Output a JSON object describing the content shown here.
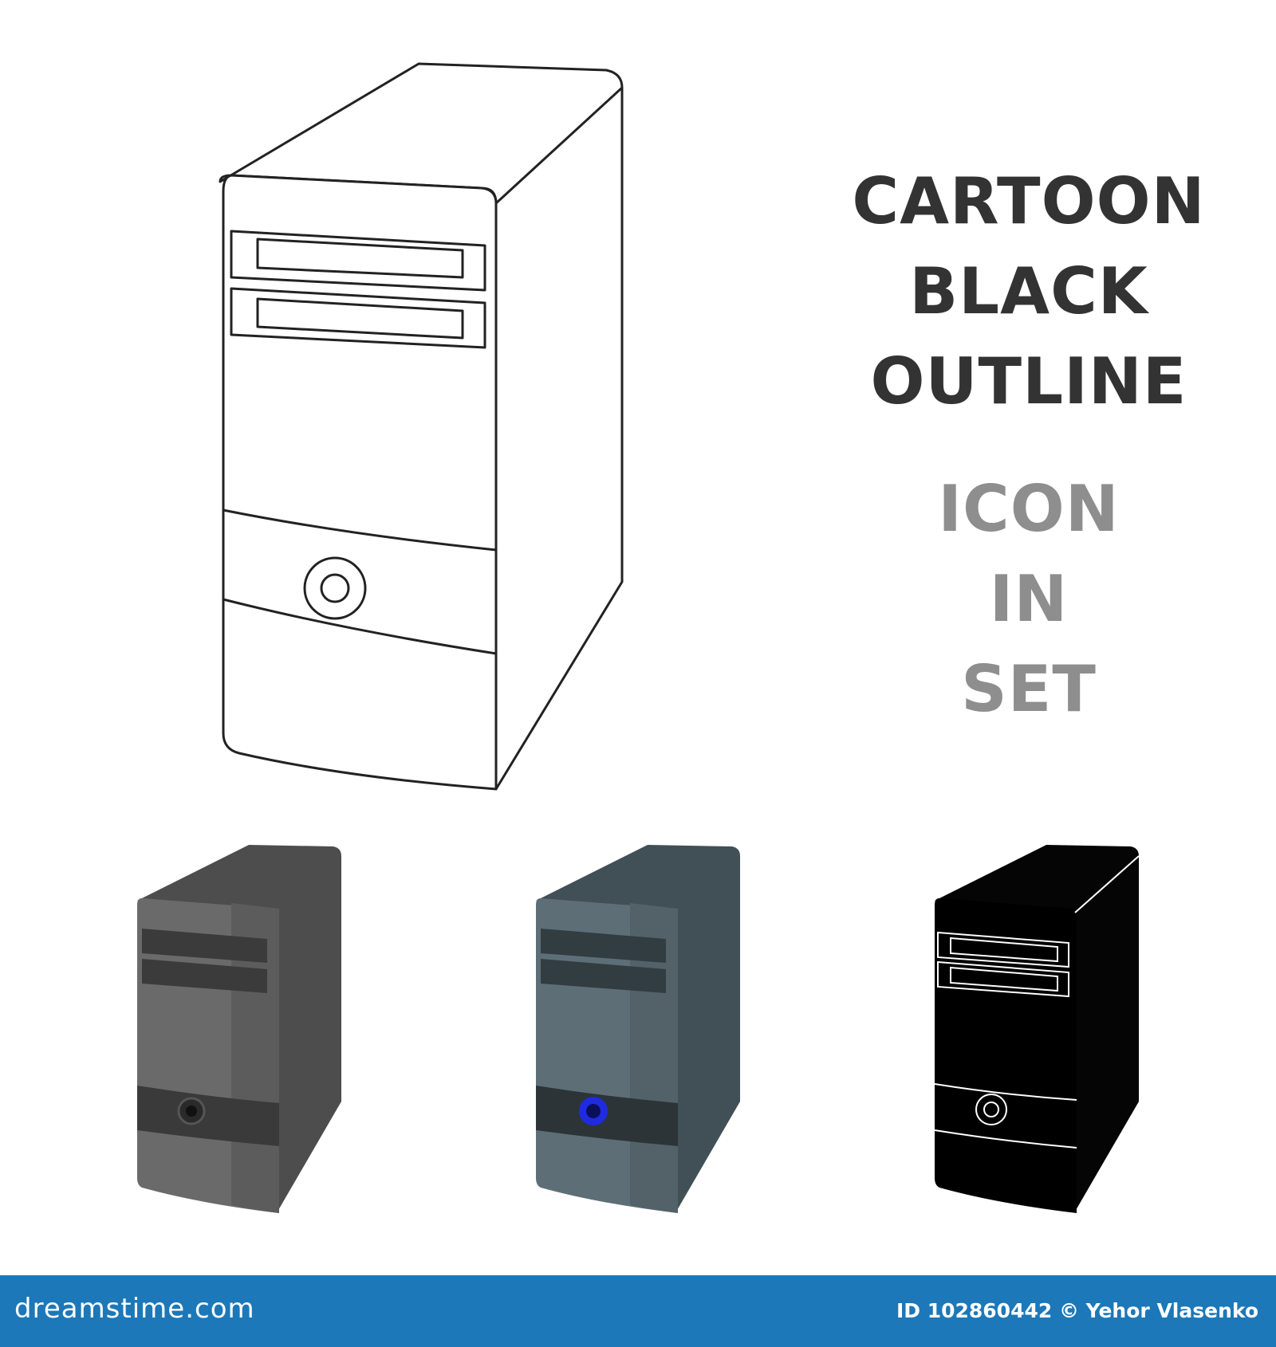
{
  "caption": {
    "dark_lines": [
      "CARTOON",
      "BLACK",
      "OUTLINE"
    ],
    "light_lines": [
      "ICON",
      "IN",
      "SET"
    ]
  },
  "footer": {
    "logo": "dreamstime.com",
    "credit": "ID 102860442 © Yehor Vlasenko"
  },
  "icons": [
    {
      "name": "outline-computer-tower-icon",
      "style": "outline"
    },
    {
      "name": "gray-computer-tower-icon",
      "style": "cartoon-gray"
    },
    {
      "name": "blue-gray-computer-tower-icon",
      "style": "cartoon-blue-gray"
    },
    {
      "name": "black-computer-tower-icon",
      "style": "black"
    }
  ],
  "colors": {
    "footer_bg": "#1c78b8",
    "caption_dark": "#333333",
    "caption_light": "#8e8e8e",
    "power_led_blue": "#1f2be0"
  }
}
